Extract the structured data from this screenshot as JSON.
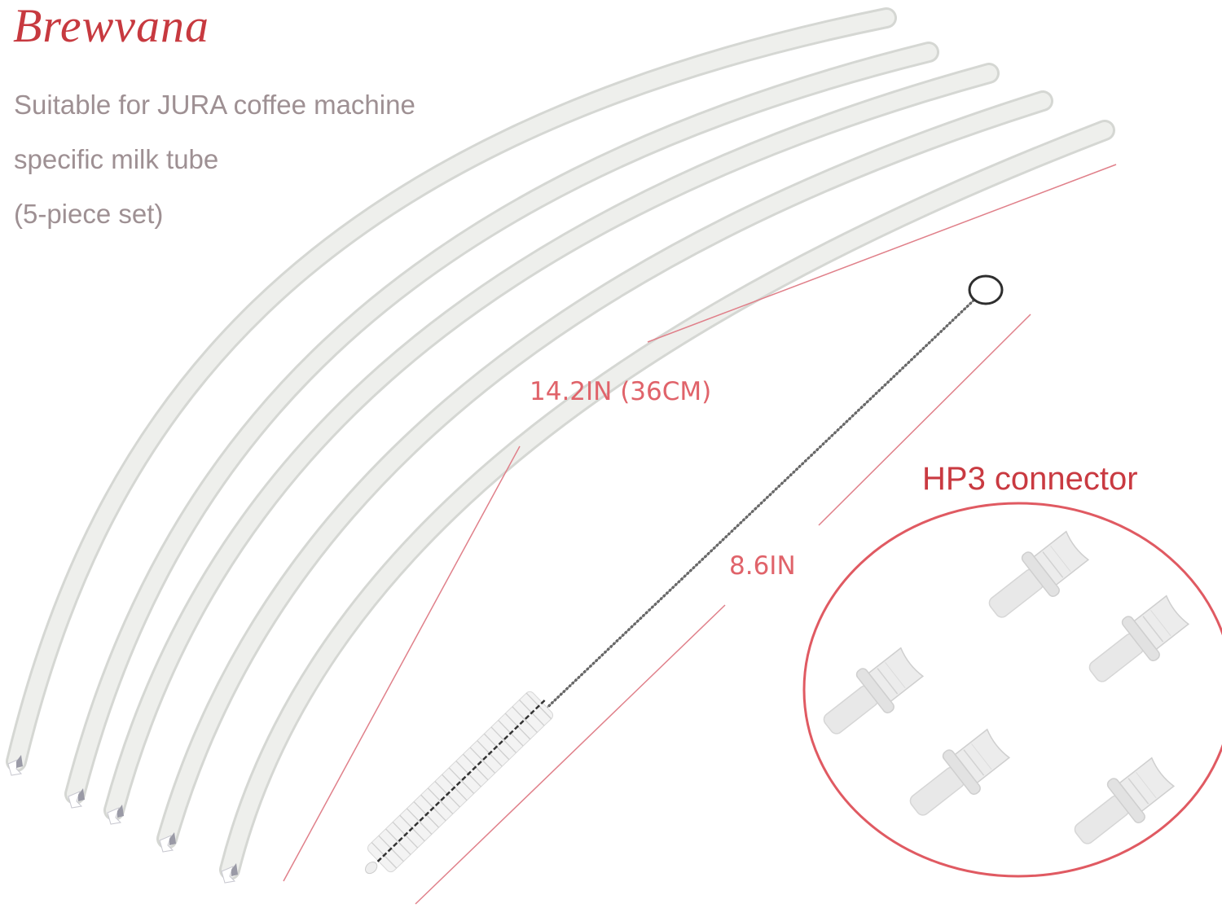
{
  "brand": {
    "name": "Brewvana",
    "color": "#c7393f"
  },
  "description": {
    "lines": [
      "Suitable for JURA coffee machine",
      "specific milk tube",
      "(5-piece set)"
    ],
    "color": "#9e9093"
  },
  "dimensions": {
    "tube_length": "14.2IN (36CM)",
    "brush_length": "8.6IN",
    "color": "#e0636a"
  },
  "connector": {
    "title": "HP3 connector",
    "count": 5,
    "circle_color": "#e05a62"
  },
  "products": {
    "tubes": {
      "count": 5,
      "icon": "milk-tube-icon"
    },
    "brush": {
      "count": 1,
      "icon": "cleaning-brush-icon"
    },
    "connectors": {
      "count": 5,
      "icon": "hp3-connector-icon"
    }
  }
}
